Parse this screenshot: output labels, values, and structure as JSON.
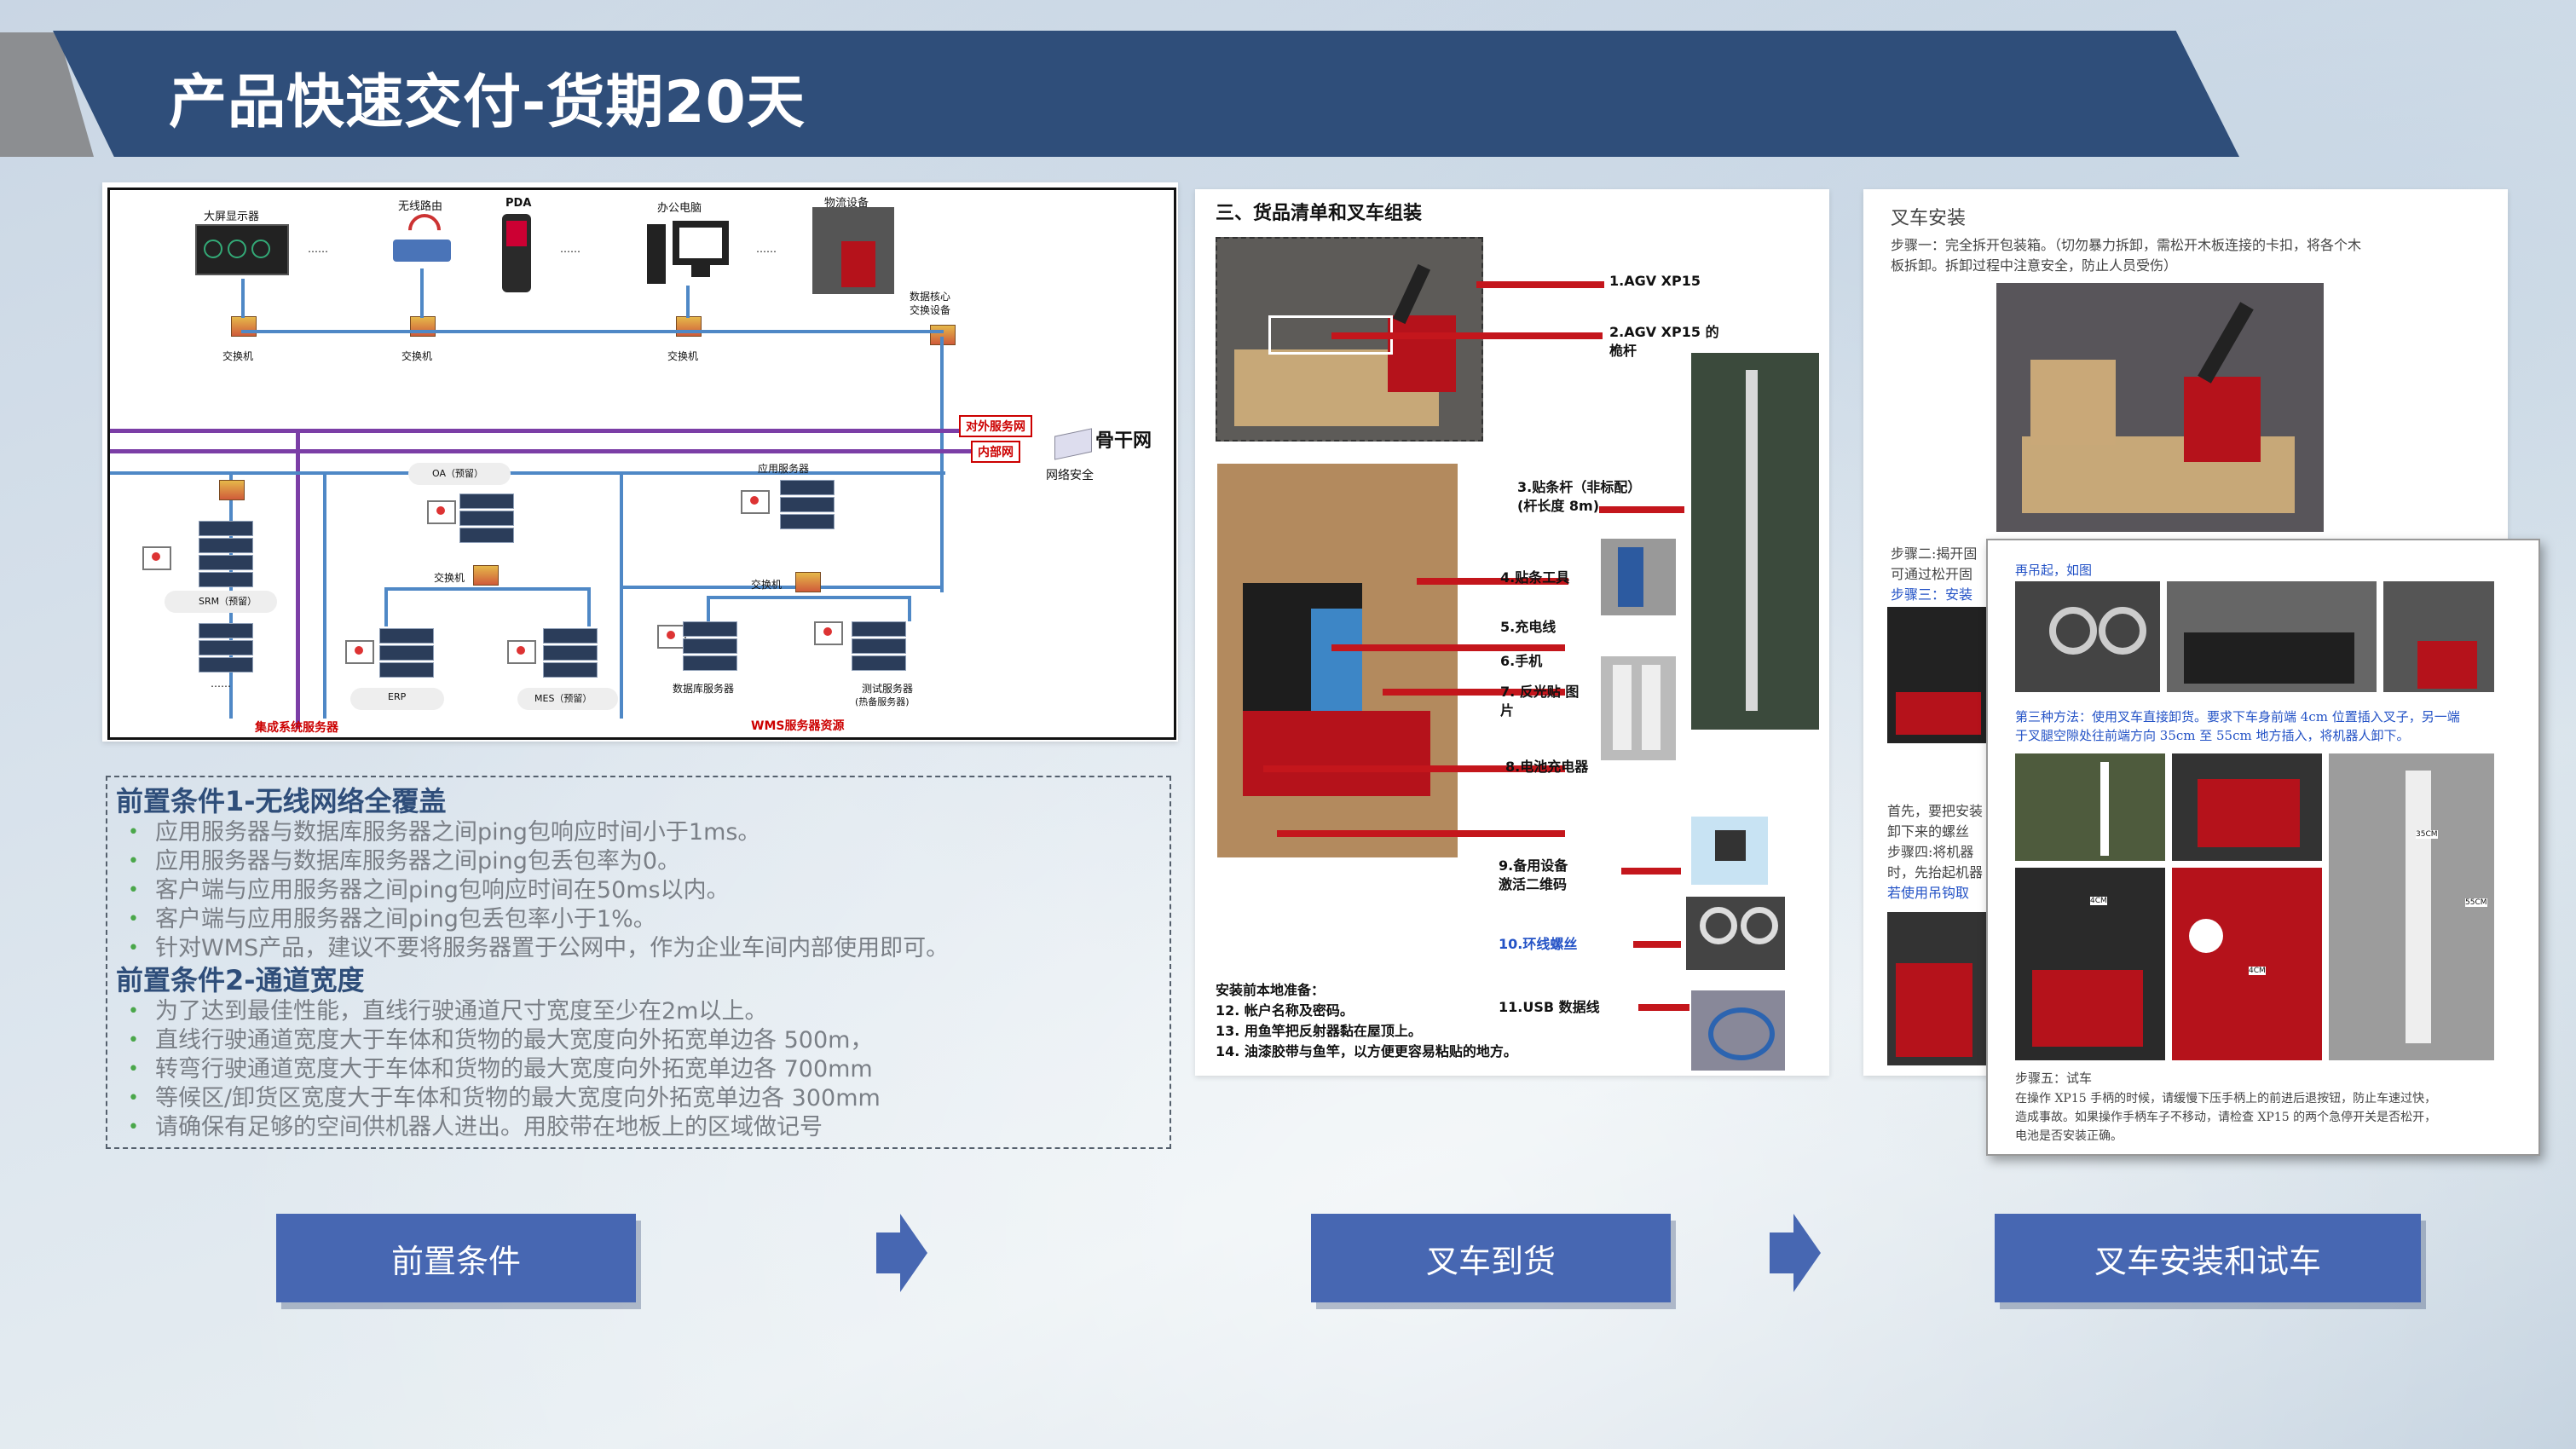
{
  "header": {
    "title": "产品快速交付-货期20天"
  },
  "network_diagram": {
    "devices": {
      "big_screen": "大屏显示器",
      "wireless_router": "无线路由",
      "pda": "PDA",
      "office_pc": "办公电脑",
      "logistics": "物流设备",
      "dc_switch_line1": "数据核心",
      "dc_switch_line2": "交换设备"
    },
    "dots": "……",
    "switch_label": "交换机",
    "external_service": "对外服务网",
    "intranet": "内部网",
    "backbone": "骨干网",
    "net_security": "网络安全",
    "oa": "OA（预留）",
    "app_server": "应用服务器",
    "srm": "SRM（预留）",
    "erp": "ERP",
    "mes": "MES（预留）",
    "db_server": "数据库服务器",
    "test_server_line1": "测试服务器",
    "test_server_line2": "(热备服务器)",
    "integrated": "集成系统服务器",
    "wms": "WMS服务器资源"
  },
  "preconditions": {
    "head1": "前置条件1-无线网络全覆盖",
    "items1": [
      "应用服务器与数据库服务器之间ping包响应时间小于1ms。",
      "应用服务器与数据库服务器之间ping包丢包率为0。",
      "客户端与应用服务器之间ping包响应时间在50ms以内。",
      "客户端与应用服务器之间ping包丢包率小于1%。",
      "针对WMS产品，建议不要将服务器置于公网中，作为企业车间内部使用即可。"
    ],
    "head2": "前置条件2-通道宽度",
    "items2": [
      "为了达到最佳性能，直线行驶通道尺寸宽度至少在2m以上。",
      "直线行驶通道宽度大于车体和货物的最大宽度向外拓宽单边各 500m，",
      "转弯行驶通道宽度大于车体和货物的最大宽度向外拓宽单边各 700mm",
      "等候区/卸货区宽度大于车体和货物的最大宽度向外拓宽单边各 300mm",
      "请确保有足够的空间供机器人进出。用胶带在地板上的区域做记号"
    ]
  },
  "packing_list": {
    "heading": "三、货品清单和叉车组装",
    "items": [
      "1.AGV XP15",
      "2.AGV XP15 的",
      "桅杆",
      "3.贴条杆（非标配）",
      "(杆长度 8m)",
      "4.贴条工具",
      "5.充电线",
      "6.手机",
      "7. 反光贴  图",
      "片",
      "8.电池充电器",
      "9.备用设备",
      "激活二维码",
      "10.环线螺丝",
      "11.USB 数据线"
    ],
    "prep_title": "安装前本地准备：",
    "prep_items": [
      "12.  帐户名称及密码。",
      "13.  用鱼竿把反射器黏在屋顶上。",
      "14. 油漆胶带与鱼竿，以方便更容易粘贴的地方。"
    ]
  },
  "install_doc": {
    "title": "叉车安装",
    "step1_l1": "步骤一：完全拆开包装箱。（切勿暴力拆卸，需松开木板连接的卡扣，将各个木",
    "step1_l2": "板拆卸。拆卸过程中注意安全，防止人员受伤）",
    "step2_l1": "步骤二:揭开固",
    "step2_l2": "可通过松开固",
    "step3": "步骤三：安装",
    "left_texts": [
      "首先，要把安装",
      "卸下来的螺丝",
      "步骤四:将机器",
      "时，先抬起机器",
      "若使用吊钩取"
    ],
    "overlay_top": "再吊起，如图",
    "overlay_method_l1": "第三种方法：使用叉车直接卸货。要求下车身前端 4cm 位置插入叉子，另一端",
    "overlay_method_l2": "于叉腿空隙处往前端方向 35cm 至 55cm 地方插入，将机器人卸下。",
    "step5_title": "步骤五：试车",
    "step5_l1": "在操作 XP15 手柄的时候，请缓慢下压手柄上的前进后退按钮，防止车速过快，",
    "step5_l2": "造成事故。如果操作手柄车子不移动，请检查 XP15 的两个急停开关是否松开，",
    "step5_l3": "电池是否安装正确。",
    "dims": [
      "4CM",
      "4CM",
      "35CM",
      "55CM"
    ]
  },
  "steps": {
    "step1": "前置条件",
    "step2": "叉车到货",
    "step3": "叉车安装和试车"
  },
  "colors": {
    "title_bar": "#2f4e7a",
    "button": "#4767b2",
    "accent_red": "#c4161c",
    "bullet_green": "#4aa74a"
  }
}
